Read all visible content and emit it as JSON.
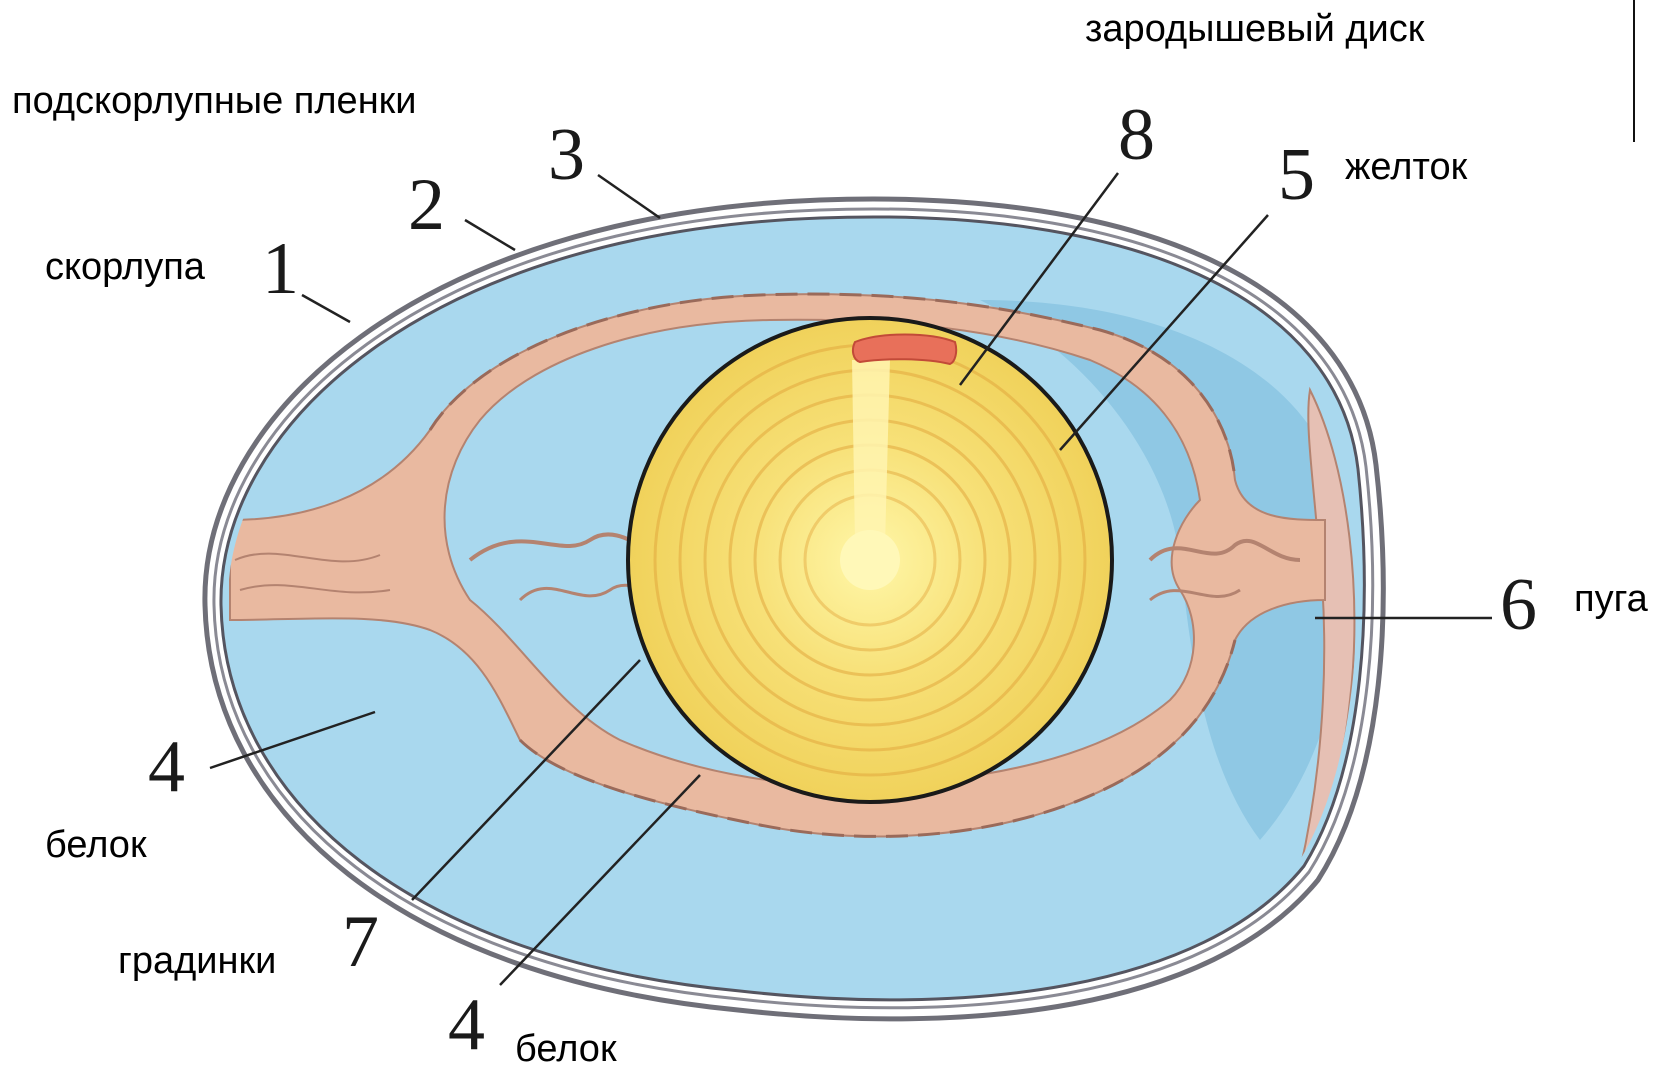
{
  "labels": {
    "shell": "скорлупа",
    "membranes": "подскорлупные пленки",
    "germinal_disc": "зародышевый диск",
    "yolk": "желток",
    "air_cell": "пуга",
    "albumen_left": "белок",
    "albumen_bottom": "белок",
    "chalazae": "градинки"
  },
  "numbers": {
    "n1": "1",
    "n2": "2",
    "n3": "3",
    "n4_left": "4",
    "n4_bottom": "4",
    "n5": "5",
    "n6": "6",
    "n7": "7",
    "n8": "8"
  },
  "colors": {
    "albumen": "#a9d8ee",
    "albumen_dark": "#8fc8e4",
    "yolk": "#f2d65c",
    "yolk_center": "#fbf39a",
    "chalaza": "#e9b9a0",
    "chalaza_edge": "#b48370",
    "germinal_disc": "#e8705a",
    "shell": "#7a7a82",
    "leader": "#222222"
  }
}
